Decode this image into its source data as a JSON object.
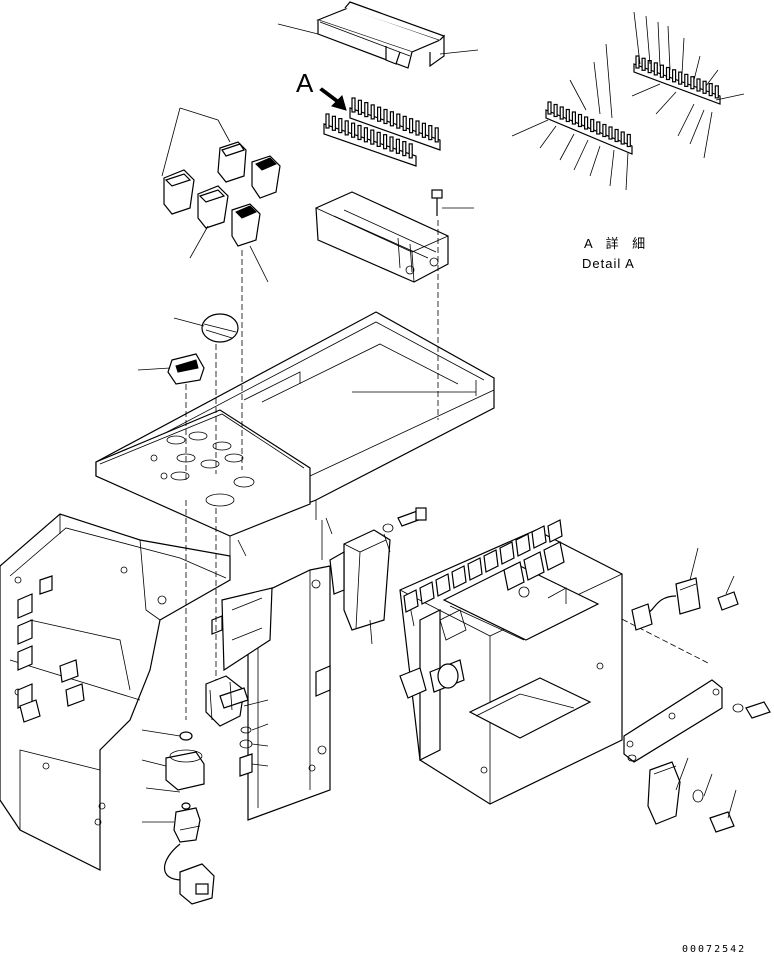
{
  "view_label": "A",
  "detail": {
    "japanese": "A 詳 細",
    "english": "Detail A"
  },
  "drawing_number": "00072542"
}
